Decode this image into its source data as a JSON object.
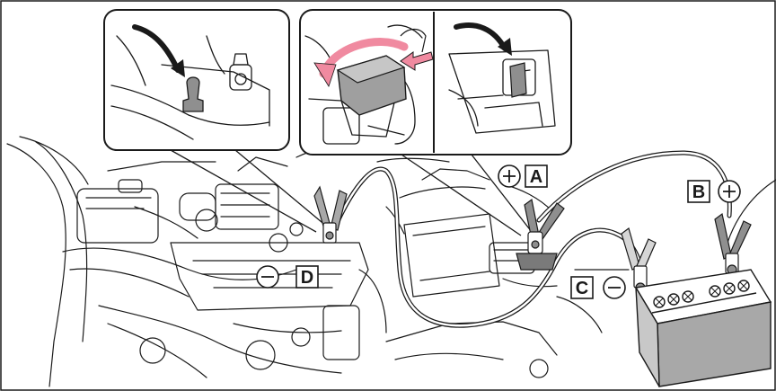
{
  "labels": {
    "a": "A",
    "b": "B",
    "c": "C",
    "d": "D"
  },
  "colors": {
    "line": "#1a1a1a",
    "light_gray": "#d6d6d6",
    "medium_gray": "#a8a8a8",
    "dark_gray": "#7a7a7a",
    "pink_arrow": "#f08aa0",
    "white": "#ffffff"
  },
  "icons": {
    "positive": "plus-in-circle-icon",
    "negative": "minus-in-circle-icon"
  }
}
